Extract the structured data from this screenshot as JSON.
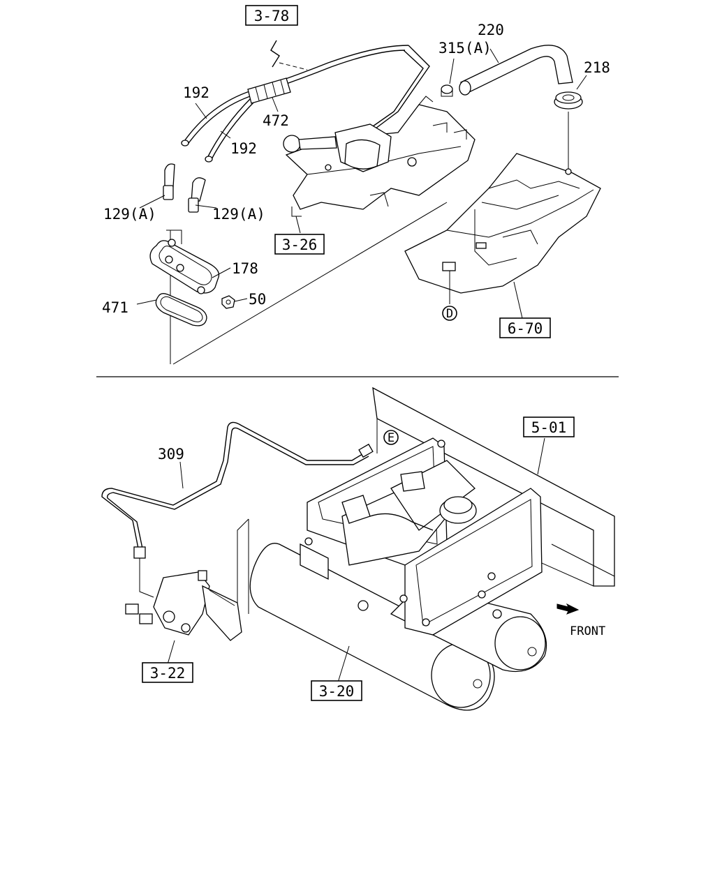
{
  "refs": {
    "r378": "3-78",
    "r326": "3-26",
    "r670": "6-70",
    "r501": "5-01",
    "r322": "3-22",
    "r320": "3-20"
  },
  "parts": {
    "p220": "220",
    "p315": "315(A)",
    "p218": "218",
    "p192a": "192",
    "p192b": "192",
    "p472": "472",
    "p129a": "129(A)",
    "p129b": "129(A)",
    "p178": "178",
    "p471": "471",
    "p50": "50",
    "p309": "309"
  },
  "connectors": {
    "d": "D",
    "e": "E"
  },
  "direction": {
    "front": "FRONT"
  }
}
